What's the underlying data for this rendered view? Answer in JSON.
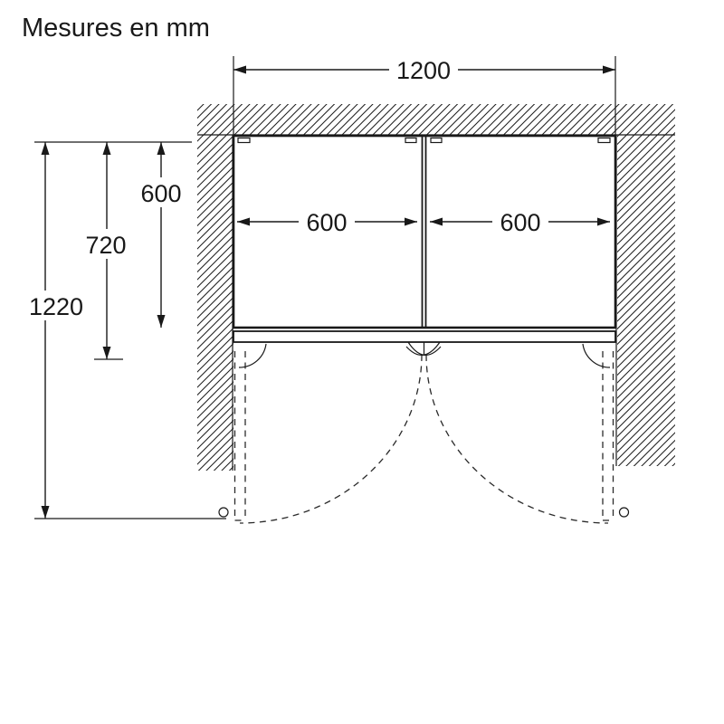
{
  "title": "Mesures en mm",
  "unit": "mm",
  "colors": {
    "line": "#191919",
    "background": "#ffffff"
  },
  "diagram_type": "appliance-installation-top-view",
  "dimensions": {
    "total_width": {
      "label": "1200",
      "orientation": "horizontal",
      "meaning": "overall niche width"
    },
    "left_unit_width": {
      "label": "600",
      "orientation": "horizontal",
      "meaning": "left unit width"
    },
    "right_unit_width": {
      "label": "600",
      "orientation": "horizontal",
      "meaning": "right unit width"
    },
    "body_depth": {
      "label": "600",
      "orientation": "vertical",
      "meaning": "cabinet depth"
    },
    "depth_incl_doors": {
      "label": "720",
      "orientation": "vertical",
      "meaning": "depth including doors"
    },
    "depth_doors_open": {
      "label": "1220",
      "orientation": "vertical",
      "meaning": "depth with doors open"
    }
  }
}
